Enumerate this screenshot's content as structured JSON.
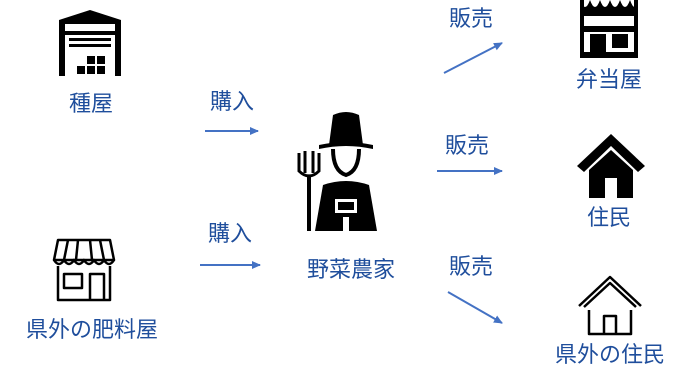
{
  "colors": {
    "text": "#1f4e9c",
    "arrow": "#4472c4",
    "icon": "#000000"
  },
  "nodes": {
    "seed_shop": {
      "label": "種屋",
      "icon": "warehouse-icon"
    },
    "fertilizer_shop": {
      "label": "県外の肥料屋",
      "icon": "store-outline-icon"
    },
    "farmer": {
      "label": "野菜農家",
      "icon": "farmer-icon"
    },
    "bento_shop": {
      "label": "弁当屋",
      "icon": "store-filled-icon"
    },
    "resident": {
      "label": "住民",
      "icon": "house-filled-icon"
    },
    "outside_resident": {
      "label": "県外の住民",
      "icon": "house-outline-icon"
    }
  },
  "edges": {
    "seed_to_farmer": {
      "label": "購入"
    },
    "fertilizer_to_farmer": {
      "label": "購入"
    },
    "farmer_to_bento": {
      "label": "販売"
    },
    "farmer_to_resident": {
      "label": "販売"
    },
    "farmer_to_outside": {
      "label": "販売"
    }
  }
}
